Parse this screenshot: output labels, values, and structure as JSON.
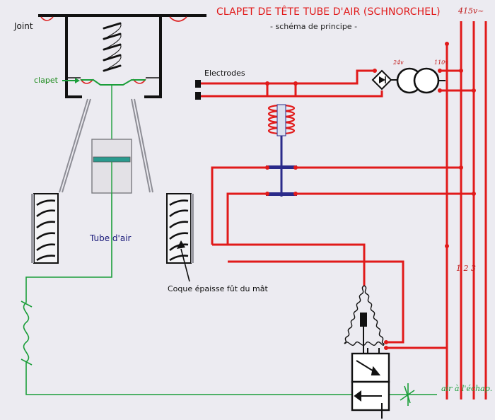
{
  "diagram": {
    "title": "CLAPET DE TÊTE TUBE D'AIR (SCHNORCHEL)",
    "subtitle": "- schéma de principe -",
    "labels": {
      "joint": "Joint",
      "clapet": "clapet",
      "electrodes": "Electrodes",
      "tube_air": "Tube d'air",
      "coque": "Coque épaisse fût du mât"
    },
    "handwritten": {
      "supply_top": "415v~",
      "phases": "1 2 3",
      "air_outlet": "air à l'échap.",
      "transfo_left": "24v",
      "transfo_right": "110v"
    },
    "colors": {
      "electrical": "#e11a1a",
      "air_path": "#1b9e3a",
      "mechanical": "#111111",
      "magnet_core": "#2a2a8a",
      "background": "#ecebf1"
    }
  }
}
